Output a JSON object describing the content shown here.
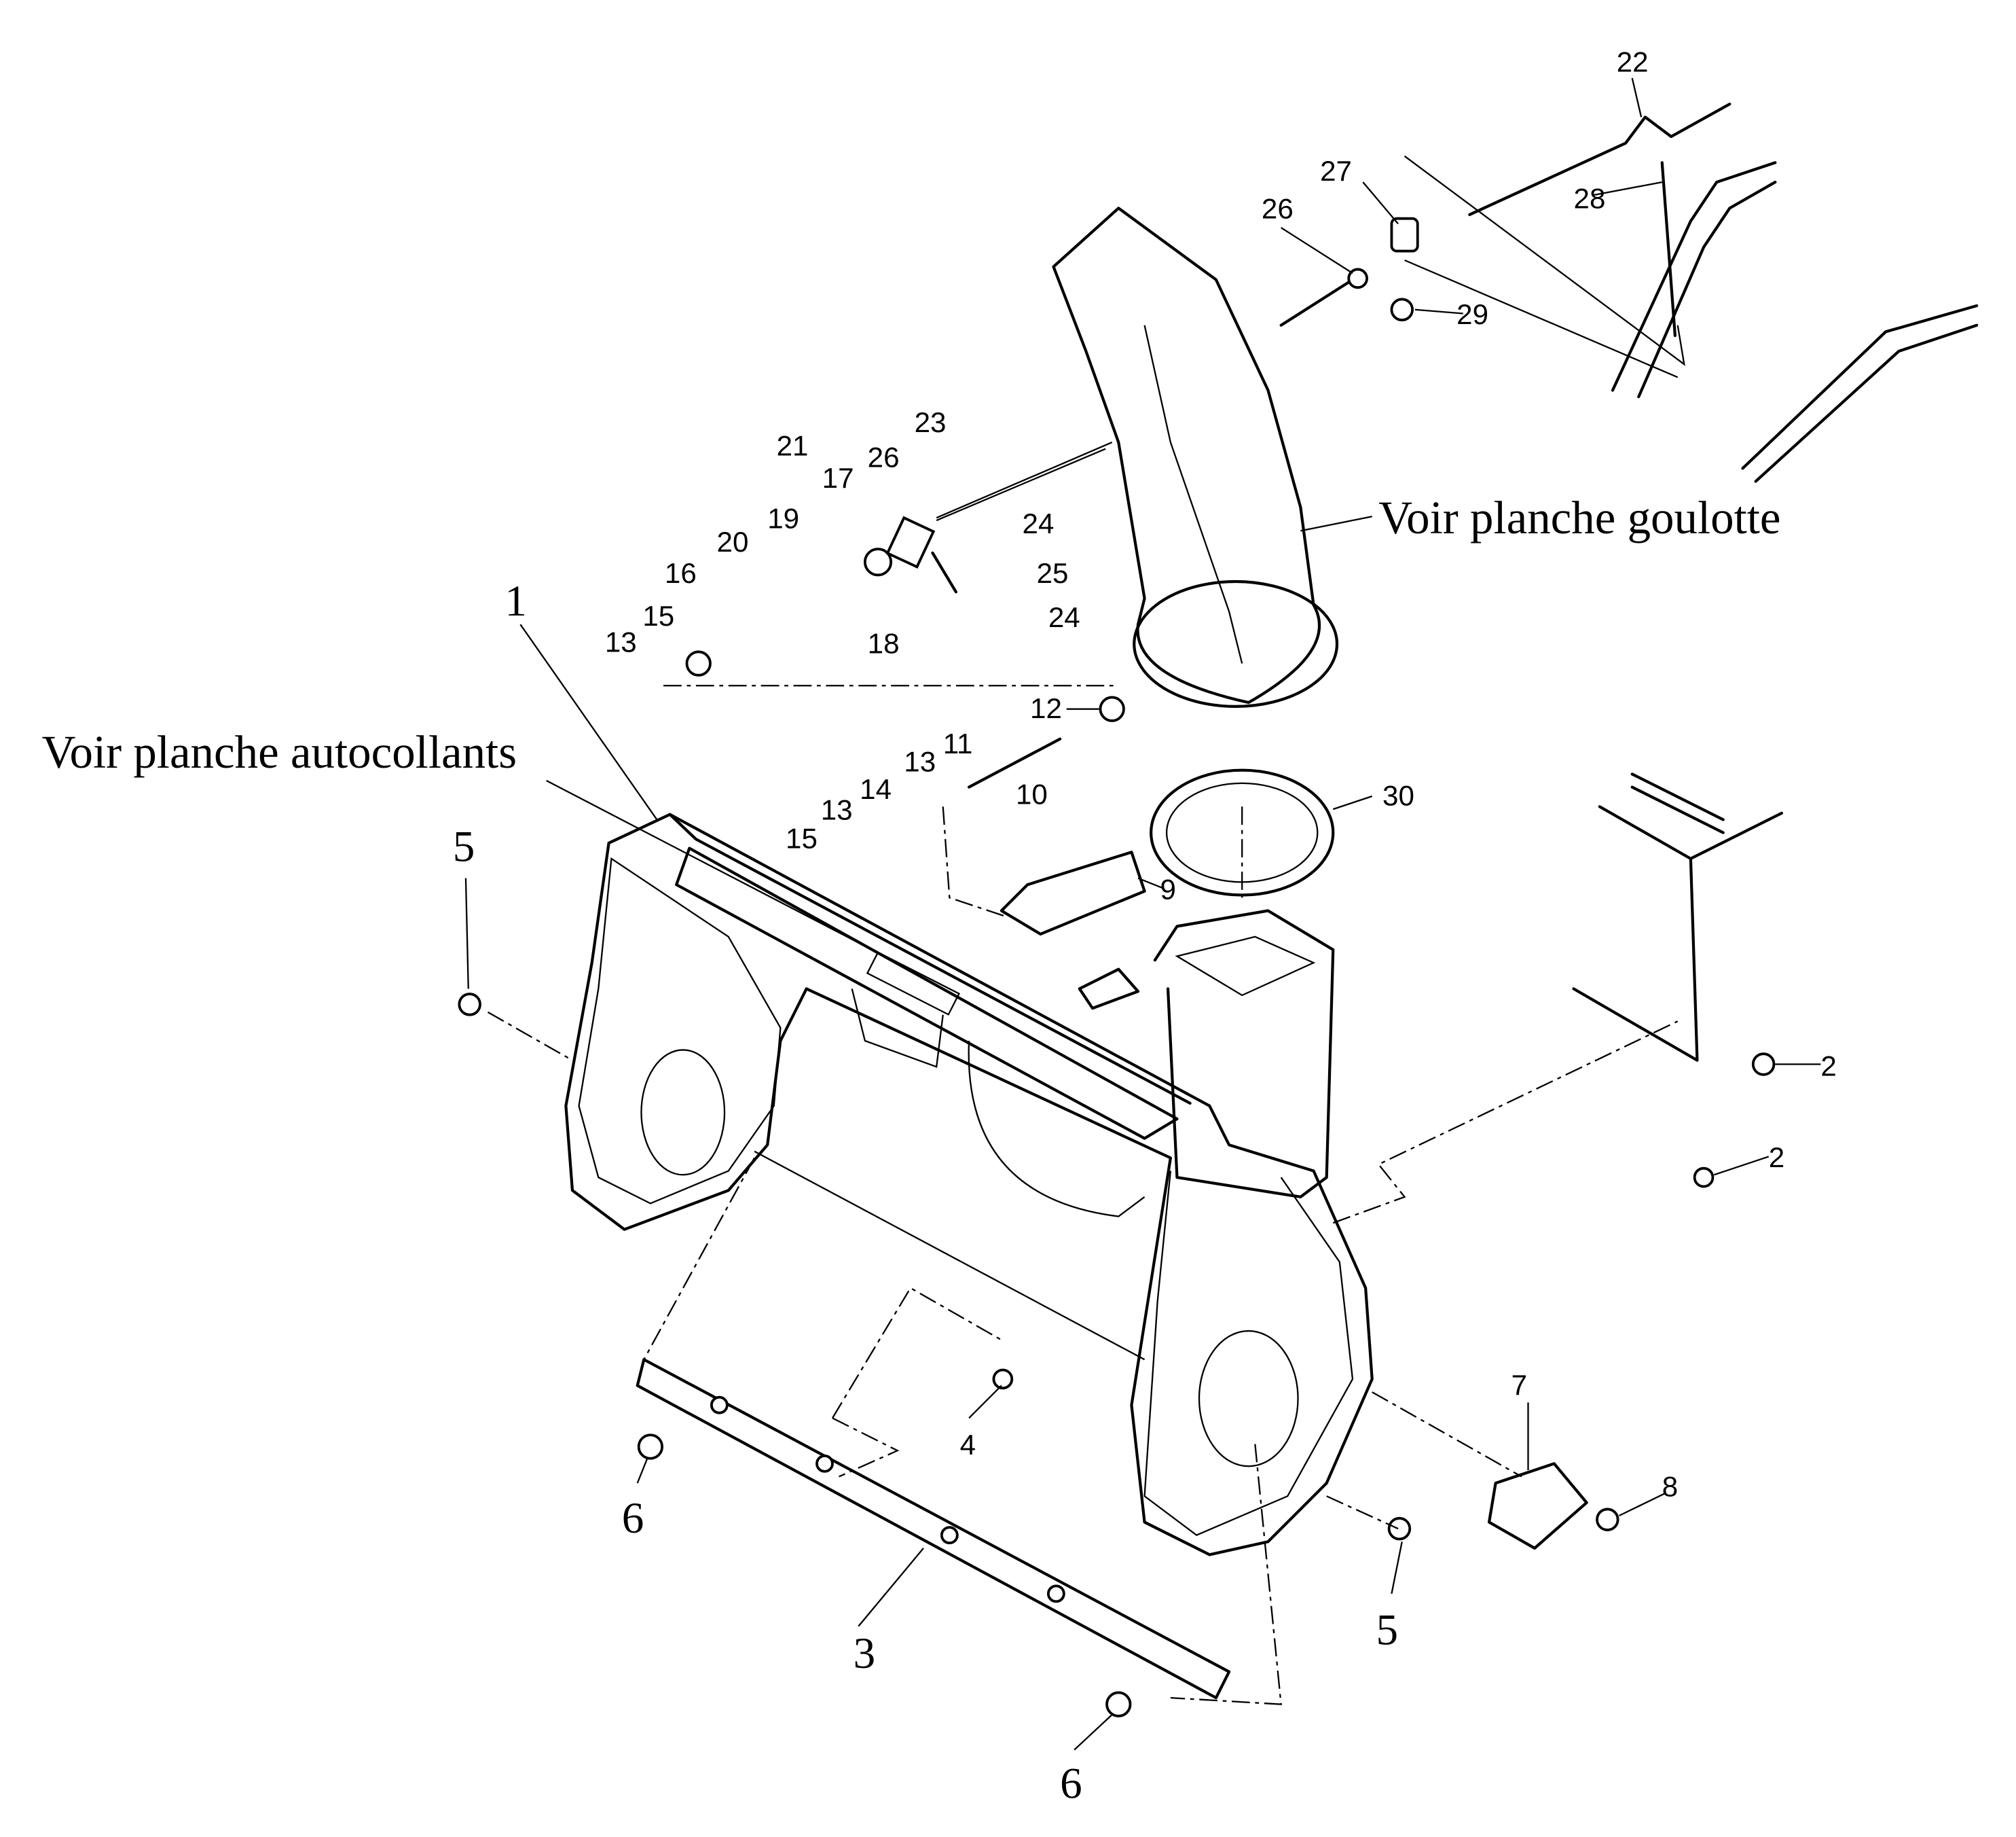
{
  "diagram": {
    "notes": {
      "stickers": "Voir planche autocollants",
      "chute": "Voir planche goulotte"
    },
    "labels": [
      "22",
      "27",
      "28",
      "26",
      "29",
      "23",
      "21",
      "17",
      "26",
      "19",
      "20",
      "24",
      "25",
      "24",
      "16",
      "15",
      "13",
      "18",
      "1",
      "12",
      "11",
      "13",
      "14",
      "13",
      "15",
      "10",
      "30",
      "9",
      "5",
      "2",
      "2",
      "7",
      "8",
      "4",
      "6",
      "3",
      "5",
      "6"
    ]
  }
}
